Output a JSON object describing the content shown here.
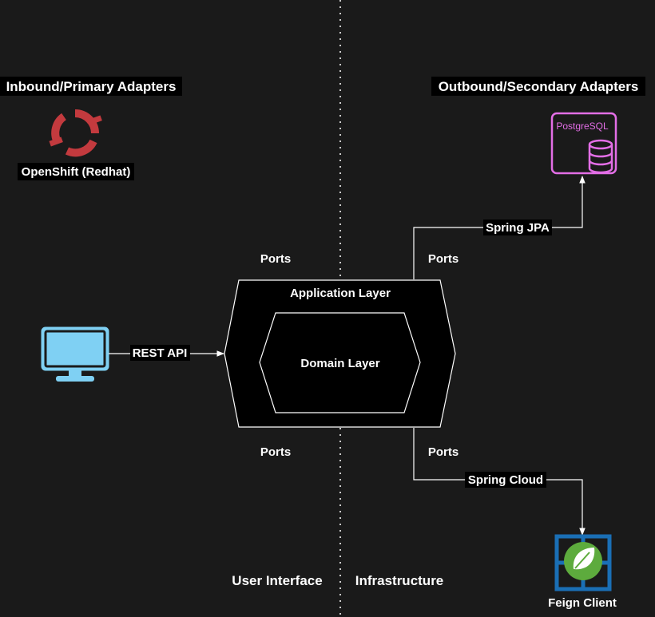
{
  "headings": {
    "inbound": "Inbound/Primary Adapters",
    "outbound": "Outbound/Secondary Adapters"
  },
  "nodes": {
    "openshift": "OpenShift (Redhat)",
    "postgres": "PostgreSQL",
    "feign": "Feign Client",
    "application_layer": "Application Layer",
    "domain_layer": "Domain Layer"
  },
  "ports": {
    "top_left": "Ports",
    "top_right": "Ports",
    "bottom_left": "Ports",
    "bottom_right": "Ports"
  },
  "edges": {
    "rest_api": "REST API",
    "spring_jpa": "Spring JPA",
    "spring_cloud": "Spring Cloud"
  },
  "zones": {
    "user_interface": "User Interface",
    "infrastructure": "Infrastructure"
  },
  "colors": {
    "background": "#1a1a1a",
    "openshift_red": "#c33a3e",
    "postgres_pink": "#e36ee6",
    "monitor_blue": "#7fd0f3",
    "feign_blue": "#1a6fb5",
    "spring_green": "#5dab3d",
    "line": "#ffffff",
    "divider": "#cccccc"
  },
  "icons": {
    "openshift": "openshift-icon",
    "postgres": "database-icon",
    "monitor": "monitor-icon",
    "feign": "spring-icon"
  }
}
